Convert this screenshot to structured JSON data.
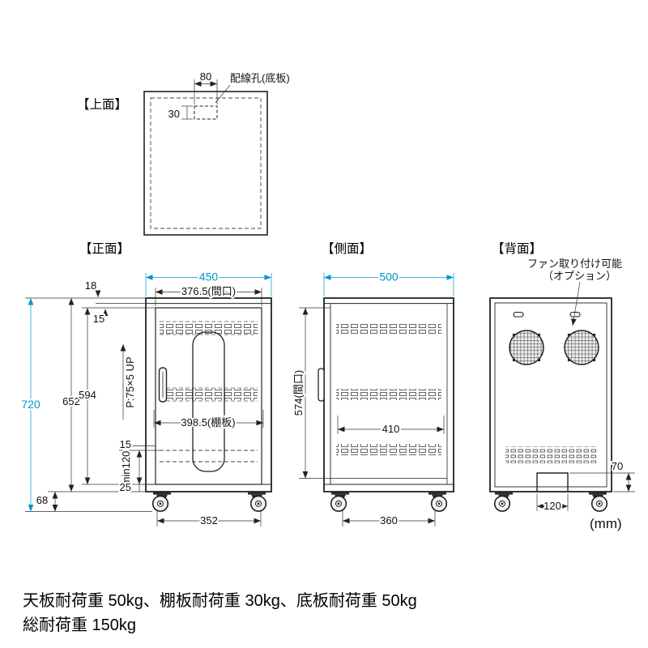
{
  "unit_label": "(mm)",
  "colors": {
    "accent_blue": "#0097cc",
    "line": "#222222"
  },
  "views": {
    "top": {
      "label": "【上面】",
      "hole_label": "配線孔(底板)",
      "dim_hole_width": "80",
      "dim_hole_depth": "30"
    },
    "front": {
      "label": "【正面】",
      "dim_width": "450",
      "dim_opening_width": "376.5(間口)",
      "dim_top_panel": "18",
      "dim_top_gap": "15",
      "dim_total_height": "720",
      "dim_body_height": "652",
      "dim_door_height": "594",
      "dim_shelf_gap": "15",
      "dim_min_clearance": "min120",
      "dim_bottom_rail": "25",
      "dim_caster_height": "68",
      "dim_base_width": "352",
      "pitch_label": "P:75×5 UP",
      "dim_shelf_width": "398.5(棚板)"
    },
    "side": {
      "label": "【側面】",
      "dim_depth": "500",
      "dim_opening_height": "574(間口)",
      "dim_inner_depth": "410",
      "dim_base_depth": "360"
    },
    "back": {
      "label": "【背面】",
      "fan_note_line1": "ファン取り付け可能",
      "fan_note_line2": "（オプション）",
      "dim_cutout_height": "70",
      "dim_cutout_width": "120"
    }
  },
  "footer": {
    "line1": "天板耐荷重 50kg、棚板耐荷重 30kg、底板耐荷重 50kg",
    "line2": "総耐荷重 150kg"
  }
}
